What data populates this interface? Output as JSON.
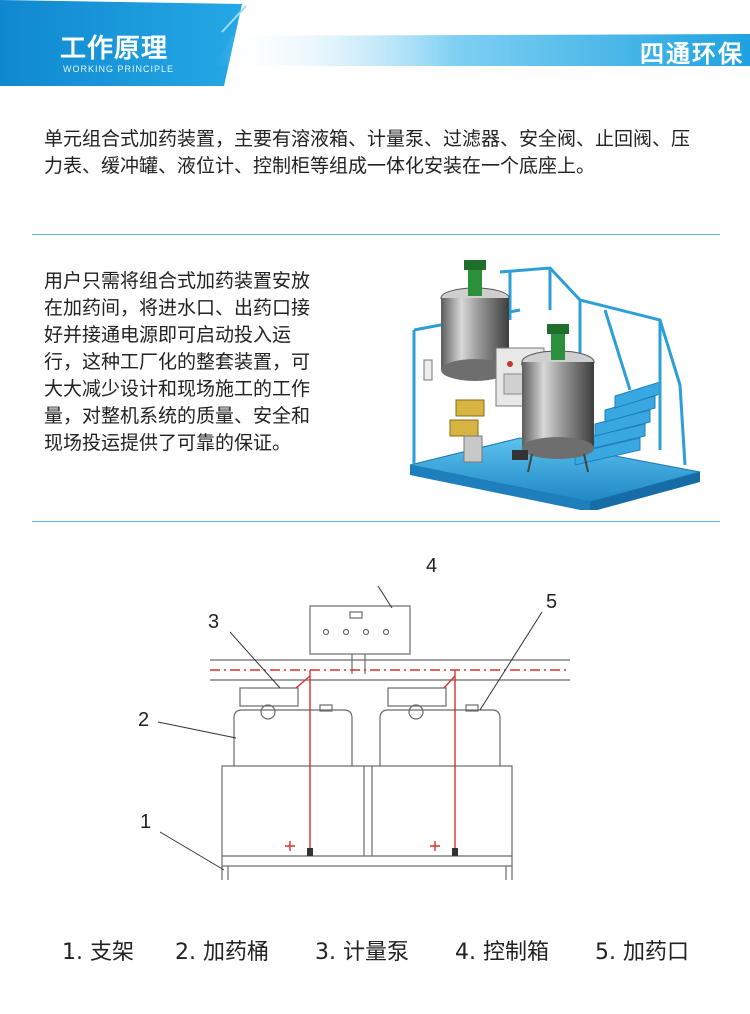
{
  "header": {
    "title": "工作原理",
    "subtitle": "WORKING PRINCIPLE",
    "brand": "四通环保"
  },
  "intro_text": "单元组合式加药装置，主要有溶液箱、计量泵、过滤器、安全阀、止回阀、压力表、缓冲罐、液位计、控制柜等组成一体化安装在一个底座上。",
  "usage_text": "用户只需将组合式加药装置安放在加药间，将进水口、出药口接好并接通电源即可启动投入运行，这种工厂化的整套装置，可大大减少设计和现场施工的工作量，对整机系统的质量、安全和现场投运提供了可靠的保证。",
  "diagram": {
    "callouts": [
      "1",
      "2",
      "3",
      "4",
      "5"
    ]
  },
  "legend": [
    "1. 支架",
    "2. 加药桶",
    "3. 计量泵",
    "4. 控制箱",
    "5. 加药口"
  ],
  "colors": {
    "accent": "#1a9ad6",
    "divider": "#52b5e1",
    "frame": "#2e9fd6",
    "pipe_red": "#d9302c"
  }
}
